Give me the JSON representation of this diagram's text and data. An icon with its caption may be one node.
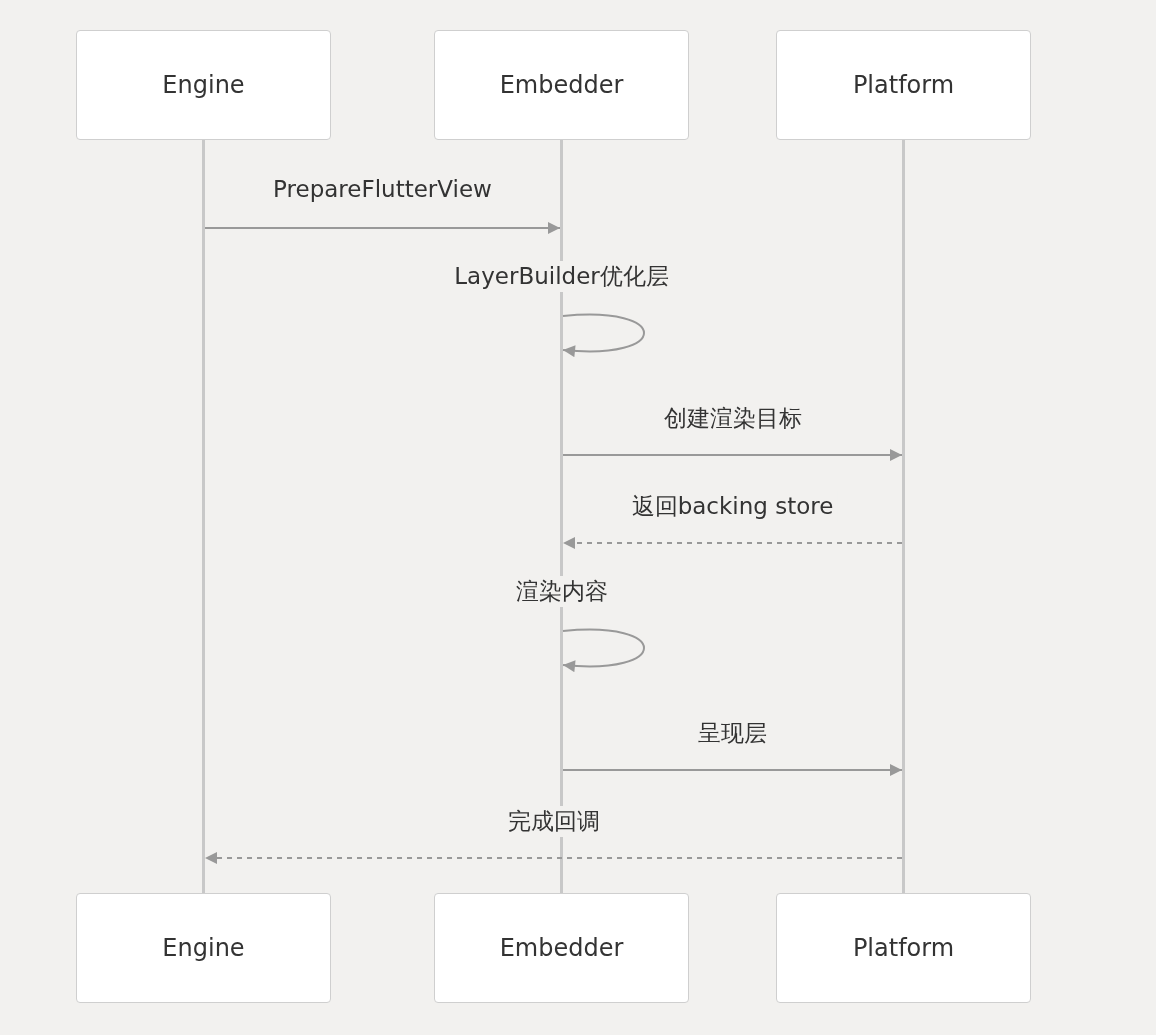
{
  "diagram": {
    "nodes": [
      {
        "text": [
          "Engine"
        ]
      },
      {
        "text": [
          "Embedder"
        ]
      },
      {
        "text": [
          "Platform"
        ]
      },
      {
        "text": [],
        "shape": "bar"
      },
      {
        "text": [],
        "shape": "bar"
      },
      {
        "text": [],
        "shape": "bar"
      },
      {
        "text": [
          "Engine"
        ]
      },
      {
        "text": [
          "Embedder"
        ]
      },
      {
        "text": [
          "Platform"
        ]
      }
    ],
    "edges": [
      {
        "from": 3,
        "to": 4,
        "arrow": "to",
        "label": "PrepareFlutterView"
      },
      {
        "from": 4,
        "to": 4,
        "arrow": "to",
        "label": "LayerBuilder优化层"
      },
      {
        "from": 4,
        "to": 5,
        "arrow": "to",
        "label": "创建渲染目标"
      },
      {
        "from": 5,
        "to": 4,
        "arrow": "to",
        "label": "返回backing store",
        "style": "dashed"
      },
      {
        "from": 4,
        "to": 4,
        "arrow": "to",
        "label": "渲染内容"
      },
      {
        "from": 4,
        "to": 5,
        "arrow": "to",
        "label": "呈现层"
      },
      {
        "from": 5,
        "to": 3,
        "arrow": "to",
        "label": "完成回调",
        "style": "dashed"
      }
    ]
  }
}
